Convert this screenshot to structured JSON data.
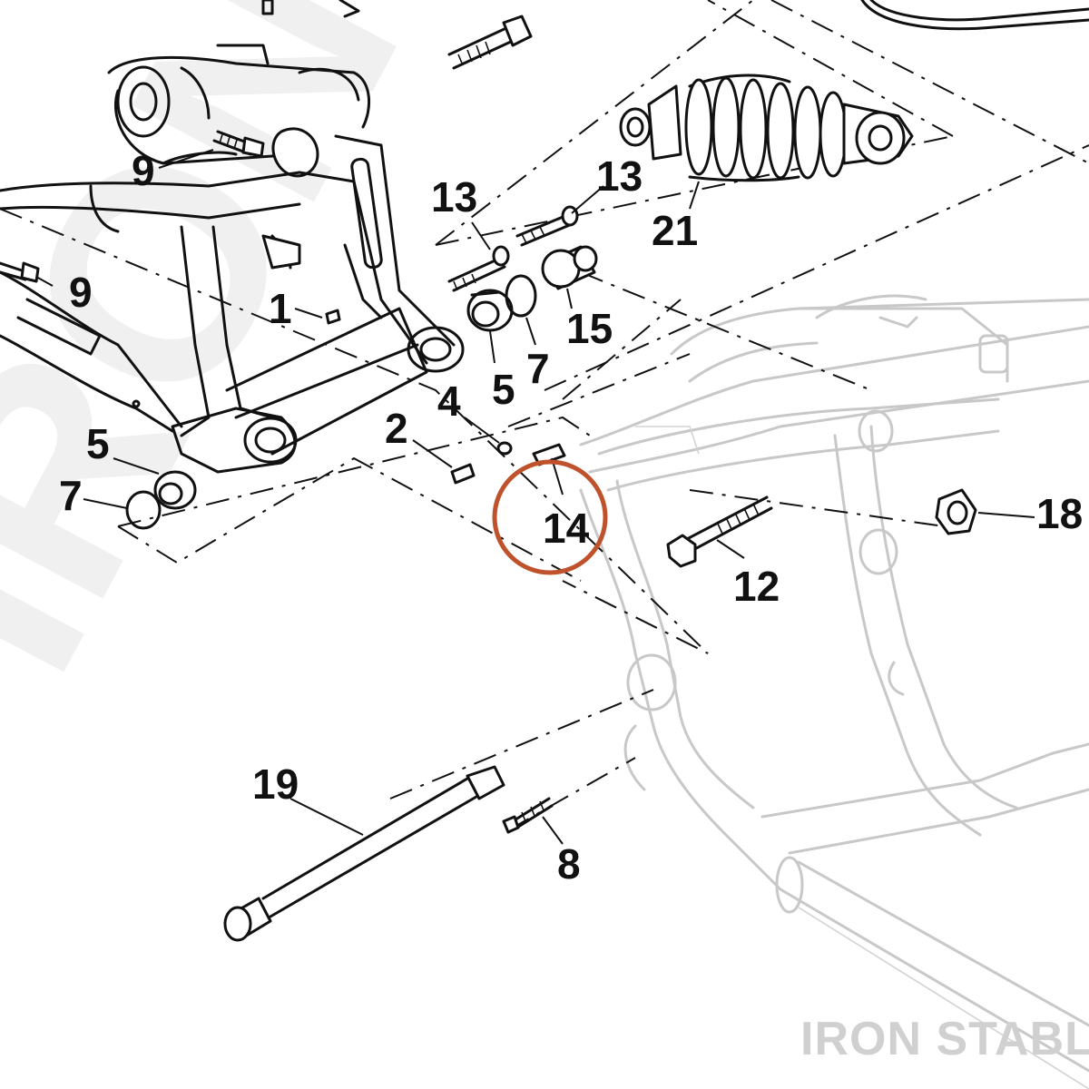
{
  "diagram": {
    "callouts": [
      {
        "id": "c1",
        "label": "1"
      },
      {
        "id": "c2",
        "label": "2"
      },
      {
        "id": "c4",
        "label": "4"
      },
      {
        "id": "c5a",
        "label": "5"
      },
      {
        "id": "c5b",
        "label": "5"
      },
      {
        "id": "c7a",
        "label": "7"
      },
      {
        "id": "c7b",
        "label": "7"
      },
      {
        "id": "c8",
        "label": "8"
      },
      {
        "id": "c9a",
        "label": "9"
      },
      {
        "id": "c9b",
        "label": "9"
      },
      {
        "id": "c12",
        "label": "12"
      },
      {
        "id": "c13a",
        "label": "13"
      },
      {
        "id": "c13b",
        "label": "13"
      },
      {
        "id": "c14",
        "label": "14"
      },
      {
        "id": "c15",
        "label": "15"
      },
      {
        "id": "c18",
        "label": "18"
      },
      {
        "id": "c19",
        "label": "19"
      },
      {
        "id": "c21",
        "label": "21"
      }
    ],
    "highlighted_part": "14",
    "highlight_color": "#c0522b",
    "brand": "IRON STABLE",
    "watermark": "IRONST"
  }
}
